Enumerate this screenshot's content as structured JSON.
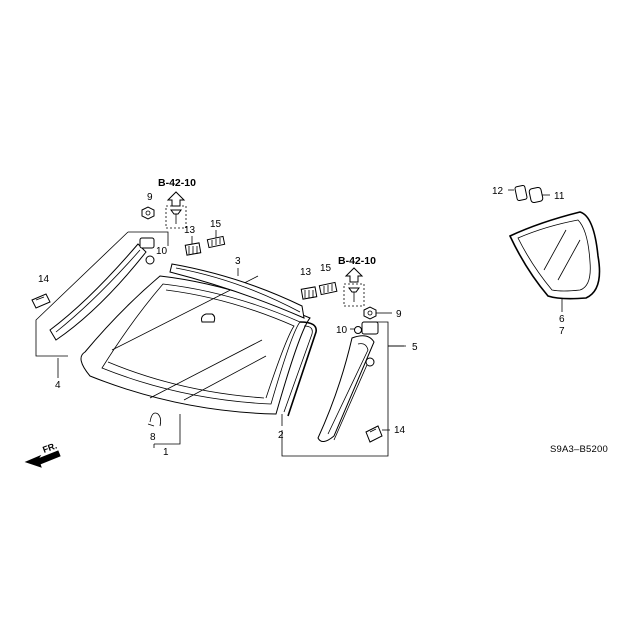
{
  "diagram": {
    "code": "S9A3–B5200",
    "direction_label": "FR.",
    "references": [
      {
        "text": "B-42-10"
      },
      {
        "text": "B-42-10"
      }
    ],
    "callouts": [
      "1",
      "2",
      "3",
      "4",
      "5",
      "6",
      "7",
      "8",
      "9",
      "9",
      "10",
      "10",
      "11",
      "12",
      "13",
      "13",
      "14",
      "14",
      "15",
      "15"
    ]
  }
}
